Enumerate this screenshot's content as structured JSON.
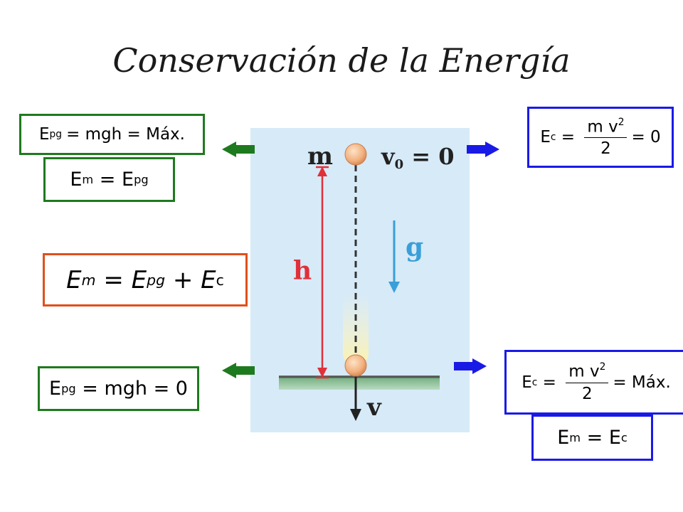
{
  "title": "Conservación de la Energía",
  "colors": {
    "green": "#1e7a1e",
    "orange": "#e0501c",
    "blue": "#1a1ae6",
    "scene_bg": "#d7eaf7",
    "height_line": "#e0303a",
    "gravity": "#3a9fd8",
    "ground": "#7fb88a",
    "ball": "#f2b07e"
  },
  "equations": {
    "top_left_pg": "E",
    "top_left_pg_sub": "pg",
    "top_left_pg_rhs": "= mgh = Máx.",
    "top_left_em": "E",
    "top_left_em_sub": "m",
    "top_left_em_eq": " = E",
    "top_left_em_rhs_sub": "pg",
    "center_em": "E",
    "center_em_sub": "m",
    "center_eq": " = E",
    "center_pg_sub": "pg",
    "center_plus": " + E",
    "center_c_sub": "c",
    "bottom_left_pg": "E",
    "bottom_left_pg_sub": "pg",
    "bottom_left_rhs": " = mgh = 0",
    "top_right_ec": "E",
    "top_right_ec_sub": "c",
    "top_right_eq": " = ",
    "top_right_num": "m v",
    "top_right_exp": "2",
    "top_right_den": "2",
    "top_right_rhs": "= 0",
    "bottom_right_ec": "E",
    "bottom_right_ec_sub": "c",
    "bottom_right_eq": " = ",
    "bottom_right_num": "m v",
    "bottom_right_exp": "2",
    "bottom_right_den": "2",
    "bottom_right_rhs": "= Máx.",
    "bottom_right_em": "E",
    "bottom_right_em_sub": "m",
    "bottom_right_em_eq": " = E",
    "bottom_right_em_rhs_sub": "c"
  },
  "scene": {
    "mass_label": "m",
    "v0_label": "v",
    "v0_sub": "0",
    "v0_rhs": " = 0",
    "height_label": "h",
    "gravity_label": "g",
    "velocity_label": "v"
  }
}
